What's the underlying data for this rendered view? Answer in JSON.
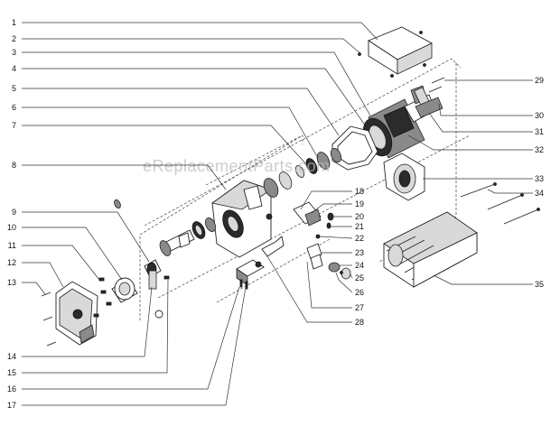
{
  "watermark": "eReplacementParts.com",
  "callouts_left": [
    "1",
    "2",
    "3",
    "4",
    "5",
    "6",
    "7",
    "8",
    "9",
    "10",
    "11",
    "12",
    "13",
    "14",
    "15",
    "16",
    "17"
  ],
  "callouts_mid": [
    "18",
    "19",
    "20",
    "21",
    "22",
    "23",
    "24",
    "25",
    "26",
    "27",
    "28"
  ],
  "callouts_right": [
    "29",
    "30",
    "31",
    "32",
    "33",
    "34",
    "35"
  ]
}
